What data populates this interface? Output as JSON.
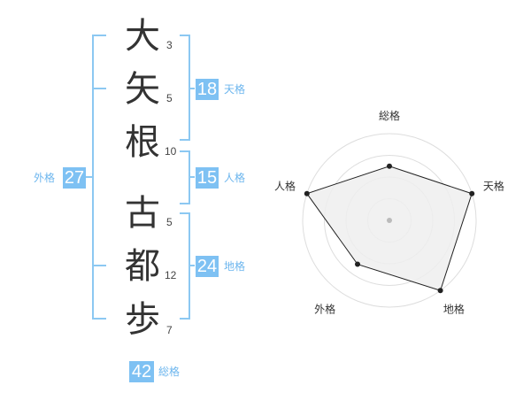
{
  "name": {
    "characters": [
      {
        "char": "大",
        "strokes": "3"
      },
      {
        "char": "矢",
        "strokes": "5"
      },
      {
        "char": "根",
        "strokes": "10"
      },
      {
        "char": "古",
        "strokes": "5"
      },
      {
        "char": "都",
        "strokes": "12"
      },
      {
        "char": "歩",
        "strokes": "7"
      }
    ]
  },
  "fortune": {
    "tenkaku": {
      "value": "18",
      "label": "天格"
    },
    "jinkaku": {
      "value": "15",
      "label": "人格"
    },
    "chikaku": {
      "value": "24",
      "label": "地格"
    },
    "gaikaku": {
      "value": "27",
      "label": "外格"
    },
    "soukaku": {
      "value": "42",
      "label": "総格"
    }
  },
  "colors": {
    "accent": "#7ec1f3",
    "bracket": "#8cc8f2",
    "radar_fill": "#eeeeee"
  },
  "chart_data": {
    "type": "radar",
    "axes": [
      "総格",
      "天格",
      "地格",
      "外格",
      "人格"
    ],
    "scale_max": 4,
    "values": [
      2.5,
      4,
      4,
      2.5,
      4
    ],
    "grid": true
  }
}
